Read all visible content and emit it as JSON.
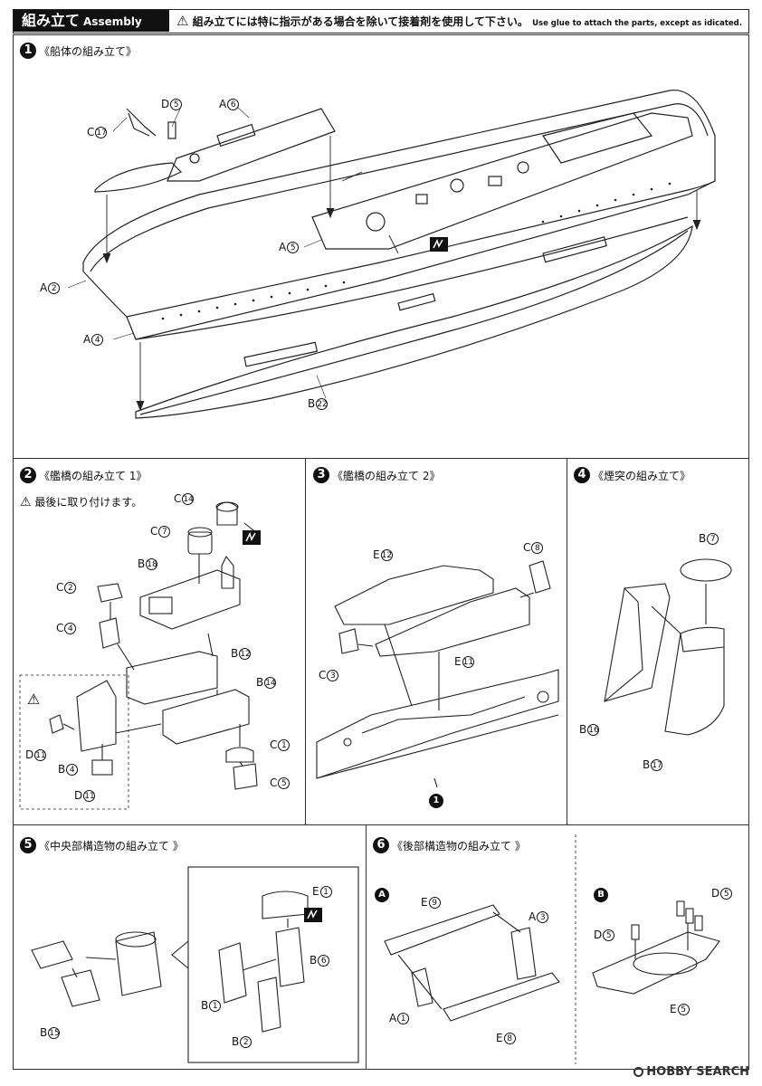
{
  "header": {
    "title_ja": "組み立て",
    "title_en": "Assembly",
    "warning_ja": "組み立てには特に指示がある場合を除いて接着剤を使用して下さい。",
    "warning_en": "Use glue to attach the parts, except as idicated."
  },
  "steps": {
    "s1": {
      "num": "1",
      "title": "《船体の組み立て》",
      "labels": {
        "c17": [
          "C",
          "17"
        ],
        "d5": [
          "D",
          "5"
        ],
        "a6": [
          "A",
          "6"
        ],
        "a5": [
          "A",
          "5"
        ],
        "a2": [
          "A",
          "2"
        ],
        "a4": [
          "A",
          "4"
        ],
        "b22": [
          "B",
          "22"
        ]
      }
    },
    "s2": {
      "num": "2",
      "title": "《艦橋の組み立て 1》",
      "note": "最後に取り付けます。",
      "labels": {
        "c14": [
          "C",
          "14"
        ],
        "c7": [
          "C",
          "7"
        ],
        "b18": [
          "B",
          "18"
        ],
        "c2": [
          "C",
          "2"
        ],
        "c4": [
          "C",
          "4"
        ],
        "b12": [
          "B",
          "12"
        ],
        "b14": [
          "B",
          "14"
        ],
        "d11a": [
          "D",
          "11"
        ],
        "b4": [
          "B",
          "4"
        ],
        "d11b": [
          "D",
          "11"
        ],
        "c1": [
          "C",
          "1"
        ],
        "c5": [
          "C",
          "5"
        ]
      }
    },
    "s3": {
      "num": "3",
      "title": "《艦橋の組み立て 2》",
      "ref": "1",
      "labels": {
        "e12": [
          "E",
          "12"
        ],
        "c8": [
          "C",
          "8"
        ],
        "c3": [
          "C",
          "3"
        ],
        "e11": [
          "E",
          "11"
        ]
      }
    },
    "s4": {
      "num": "4",
      "title": "《煙突の組み立て》",
      "labels": {
        "b7": [
          "B",
          "7"
        ],
        "b16": [
          "B",
          "16"
        ],
        "b17": [
          "B",
          "17"
        ]
      }
    },
    "s5": {
      "num": "5",
      "title": "《中央部構造物の組み立て 》",
      "labels": {
        "e1": [
          "E",
          "1"
        ],
        "b6": [
          "B",
          "6"
        ],
        "b1": [
          "B",
          "1"
        ],
        "b2": [
          "B",
          "2"
        ],
        "b15": [
          "B",
          "15"
        ]
      }
    },
    "s6": {
      "num": "6",
      "title": "《後部構造物の組み立て 》",
      "subA": "A",
      "subB": "B",
      "labels": {
        "e9": [
          "E",
          "9"
        ],
        "a3": [
          "A",
          "3"
        ],
        "a1": [
          "A",
          "1"
        ],
        "e8": [
          "E",
          "8"
        ],
        "d5a": [
          "D",
          "5"
        ],
        "d5b": [
          "D",
          "5"
        ],
        "e5": [
          "E",
          "5"
        ]
      }
    }
  },
  "watermark": "HOBBY SEARCH",
  "icons": [
    "warning-triangle-icon",
    "glue-free-icon"
  ]
}
